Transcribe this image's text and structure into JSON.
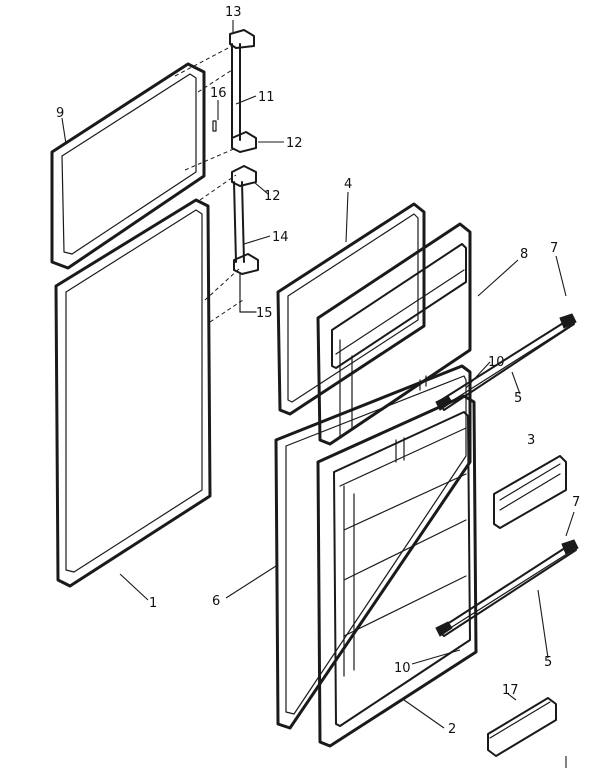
{
  "callouts": [
    {
      "id": "13",
      "label": "13"
    },
    {
      "id": "16",
      "label": "16"
    },
    {
      "id": "11",
      "label": "11"
    },
    {
      "id": "9",
      "label": "9"
    },
    {
      "id": "12a",
      "label": "12"
    },
    {
      "id": "12b",
      "label": "12"
    },
    {
      "id": "4",
      "label": "4"
    },
    {
      "id": "14",
      "label": "14"
    },
    {
      "id": "8",
      "label": "8"
    },
    {
      "id": "7a",
      "label": "7"
    },
    {
      "id": "15",
      "label": "15"
    },
    {
      "id": "10a",
      "label": "10"
    },
    {
      "id": "5a",
      "label": "5"
    },
    {
      "id": "3",
      "label": "3"
    },
    {
      "id": "7b",
      "label": "7"
    },
    {
      "id": "1",
      "label": "1"
    },
    {
      "id": "6",
      "label": "6"
    },
    {
      "id": "5b",
      "label": "5"
    },
    {
      "id": "10b",
      "label": "10"
    },
    {
      "id": "17",
      "label": "17"
    },
    {
      "id": "2",
      "label": "2"
    }
  ]
}
